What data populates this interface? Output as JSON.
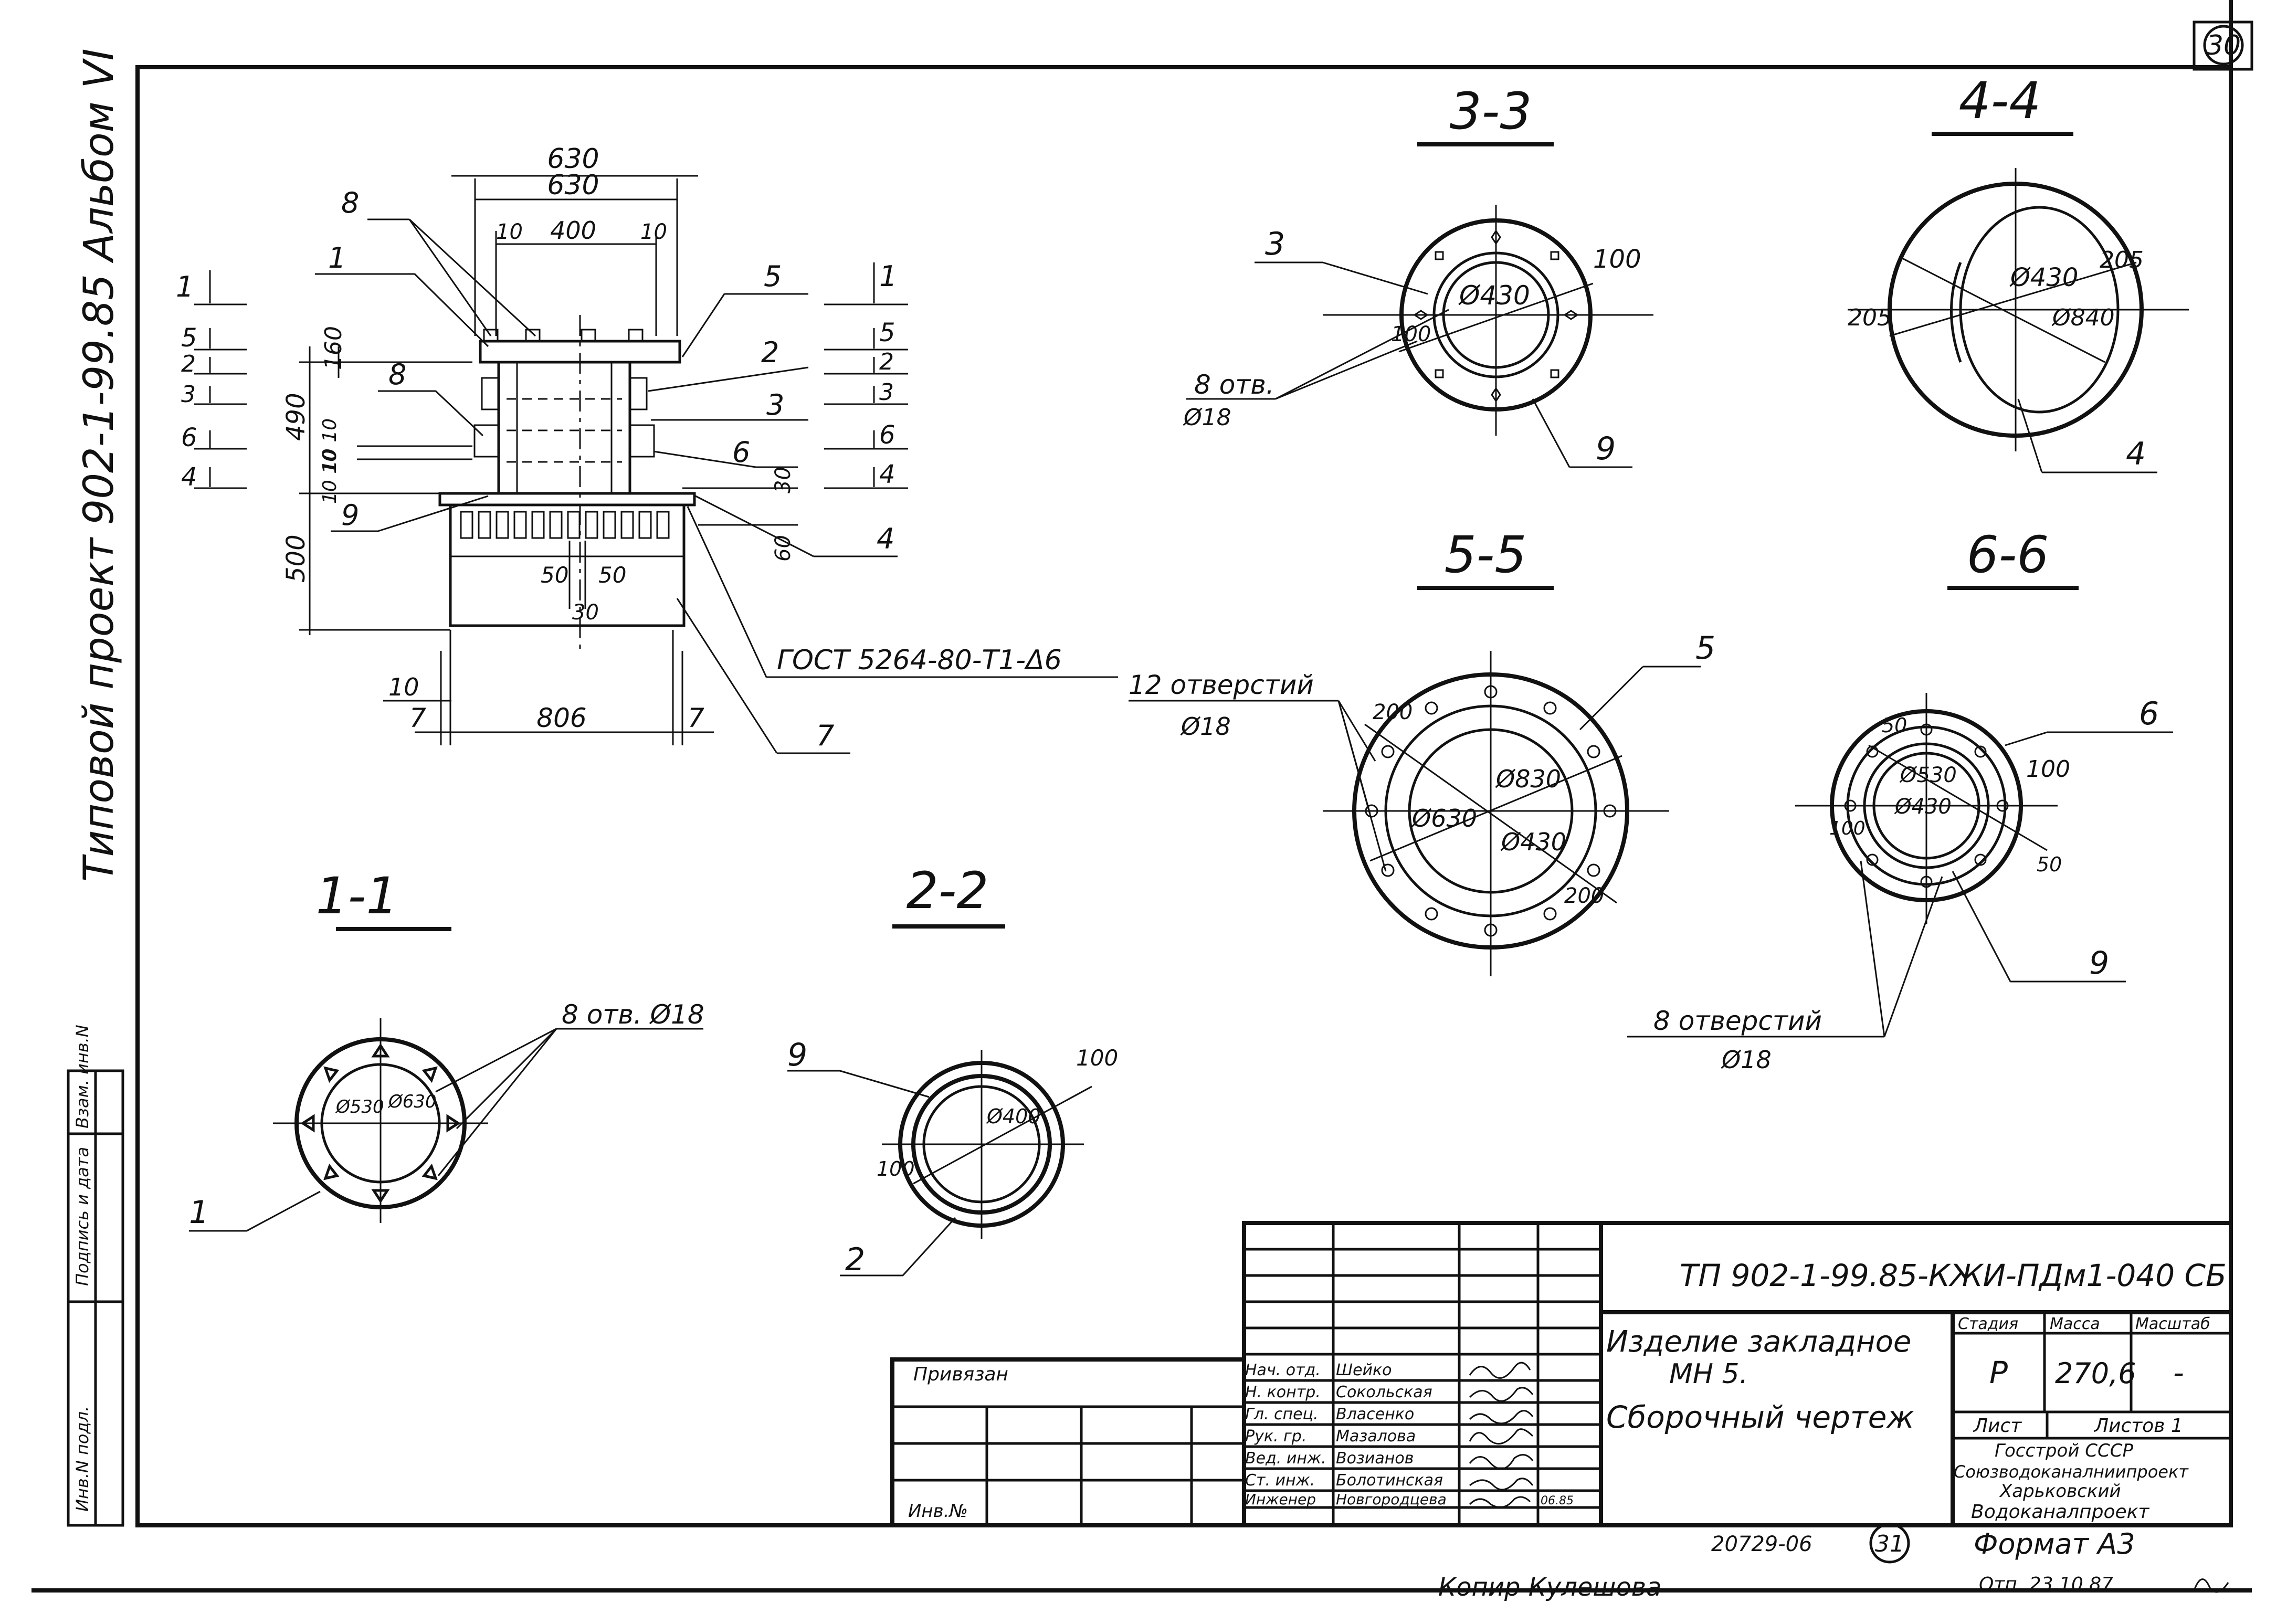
{
  "sheet": {
    "corner_number": "30",
    "side_title": "Типовой проект 902-1-99.85 Альбом VI",
    "side_stamp_cells": [
      "Инв.N подл.",
      "Подпись и дата",
      "Взам. инв.N"
    ]
  },
  "elevation": {
    "dims": [
      "630",
      "630",
      "10",
      "400",
      "10",
      "160",
      "490",
      "10 10",
      "10 10",
      "500",
      "30",
      "60",
      "50",
      "50",
      "30",
      "10",
      "7",
      "806",
      "7"
    ],
    "callouts": [
      "8",
      "1",
      "8",
      "9",
      "5",
      "2",
      "3",
      "6",
      "4",
      "7"
    ],
    "weld_note": "ГОСТ 5264-80-Т1-Δ6",
    "section_marks_left": [
      "1",
      "5",
      "2",
      "3",
      "6",
      "4"
    ],
    "section_marks_right": [
      "1",
      "5",
      "2",
      "3",
      "6",
      "4"
    ]
  },
  "sections": {
    "s11": {
      "title": "1-1",
      "dims": [
        "Ø530",
        "Ø630"
      ],
      "note": "8 отв. Ø18",
      "callout": "1"
    },
    "s22": {
      "title": "2-2",
      "dims": [
        "Ø400",
        "100",
        "100"
      ],
      "callouts": [
        "9",
        "2"
      ]
    },
    "s33": {
      "title": "3-3",
      "dims": [
        "Ø430",
        "100",
        "100"
      ],
      "note_line1": "8 отв.",
      "note_line2": "Ø18",
      "callouts": [
        "3",
        "9"
      ]
    },
    "s44": {
      "title": "4-4",
      "dims": [
        "Ø430",
        "Ø840",
        "205",
        "205"
      ],
      "callout": "4"
    },
    "s55": {
      "title": "5-5",
      "dims": [
        "Ø830",
        "Ø630",
        "Ø430",
        "200",
        "200"
      ],
      "note_line1": "12 отверстий",
      "note_line2": "Ø18",
      "callout": "5"
    },
    "s66": {
      "title": "6-6",
      "dims": [
        "Ø530",
        "Ø430",
        "50",
        "100",
        "100",
        "50"
      ],
      "note_line1": "8 отверстий",
      "note_line2": "Ø18",
      "callouts": [
        "6",
        "9"
      ]
    }
  },
  "title_block": {
    "code": "ТП 902-1-99.85-КЖИ-ПДм1-040 СБ",
    "name_line1": "Изделие закладное",
    "name_line2": "МН 5.",
    "name_line3": "Сборочный чертеж",
    "stage_label": "Стадия",
    "mass_label": "Масса",
    "scale_label": "Масштаб",
    "stage": "Р",
    "mass": "270,6",
    "scale": "-",
    "sheet_label": "Лист",
    "sheets_label": "Листов 1",
    "org_line1": "Госстрой СССР",
    "org_line2": "Союзводоканалниипроект",
    "org_line3": "Харьковский",
    "org_line4": "Водоканалпроект",
    "binding_label": "Привязан",
    "inv_label": "Инв.№",
    "roles": [
      "Нач. отд.",
      "Н. контр.",
      "Гл. спец.",
      "Рук. гр.",
      "Вед. инж.",
      "Ст. инж.",
      "Инженер"
    ],
    "names": [
      "Шейко",
      "Сокольская",
      "Власенко",
      "Мазалова",
      "Возианов",
      "Болотинская",
      "Новгородцева"
    ],
    "date": "06.85"
  },
  "footer": {
    "number": "20729-06",
    "circled": "31",
    "format": "Формат А3",
    "copier": "Копир Кулешова",
    "check": "Отп. 23.10.87"
  }
}
